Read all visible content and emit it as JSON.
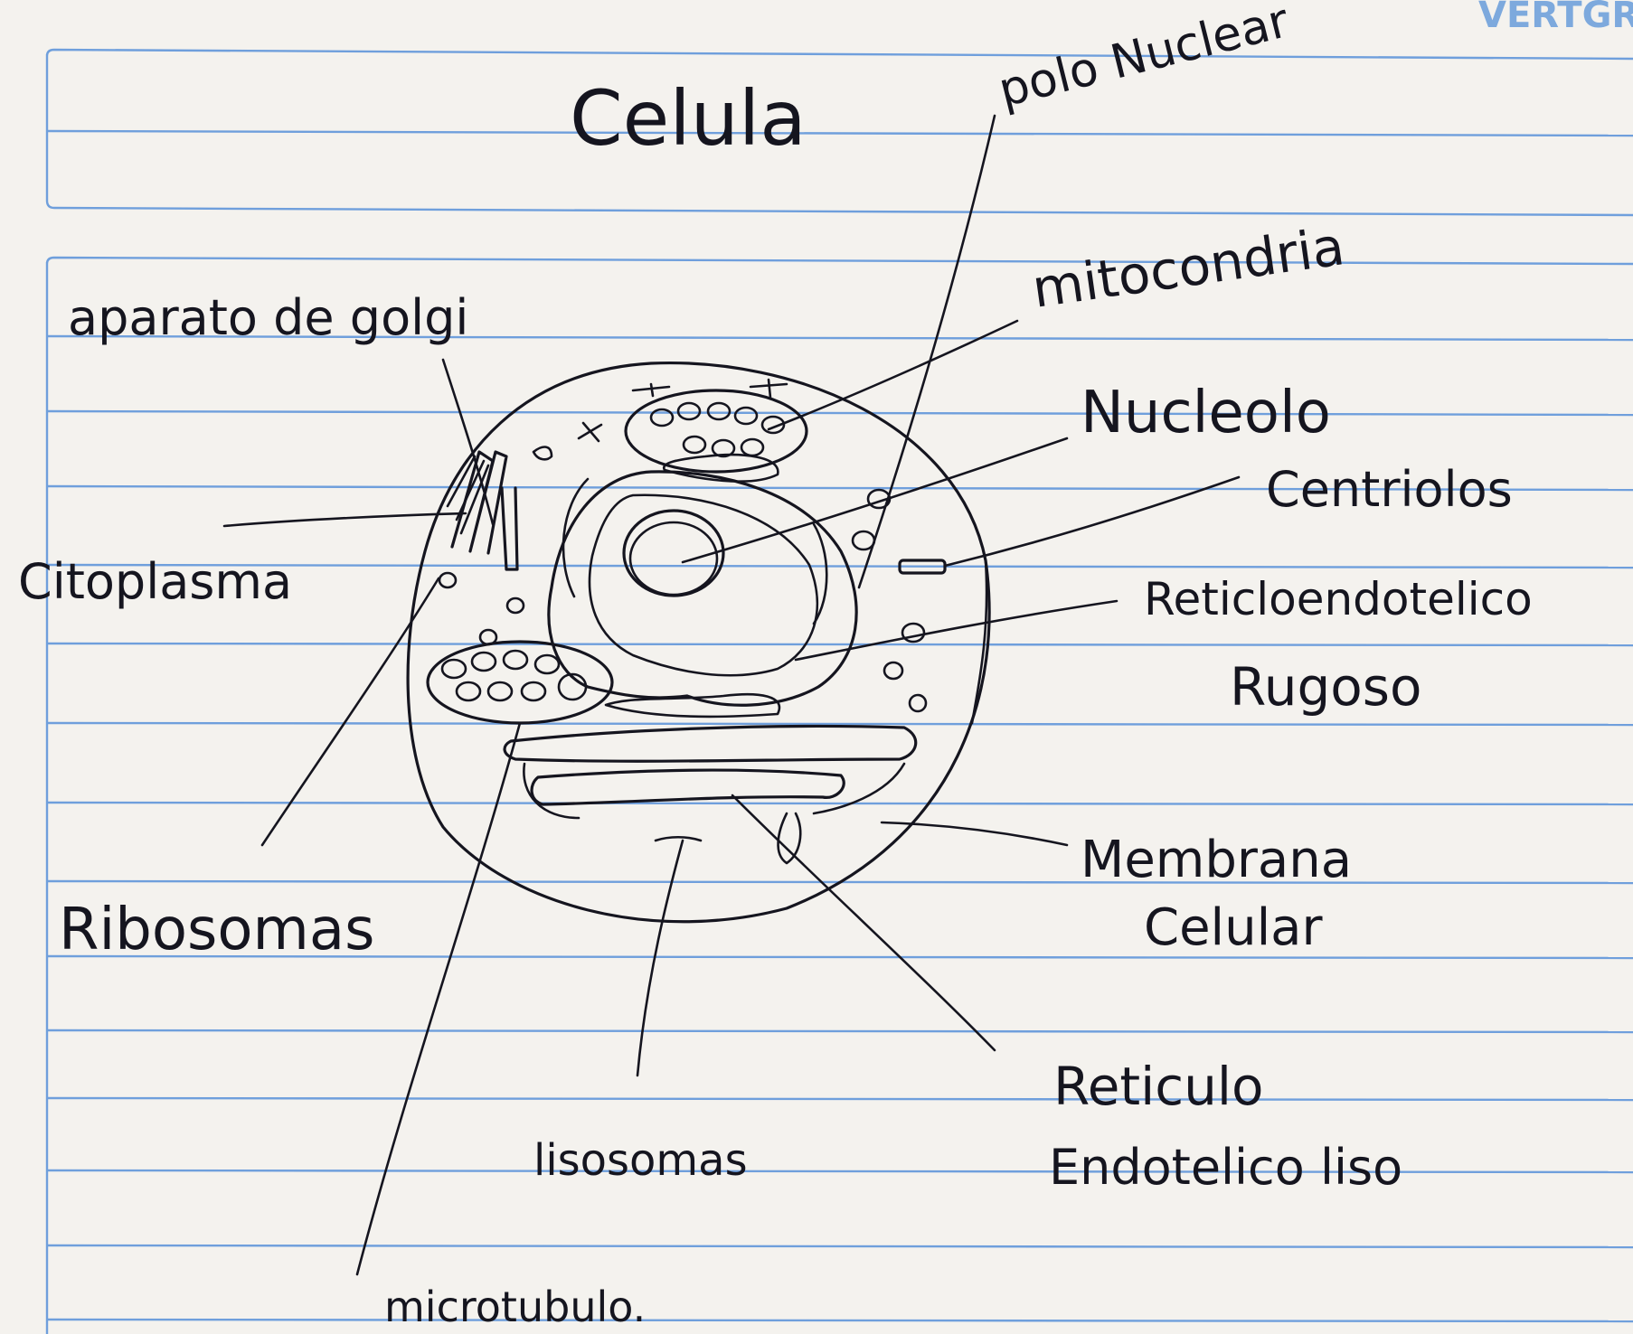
{
  "brand": "VERTGR",
  "title": "Celula",
  "labels": {
    "polo_nuclear": "polo Nuclear",
    "mitocondria": "mitocondria",
    "aparato_golgi": "aparato de golgi",
    "nucleolo": "Nucleolo",
    "centriolos": "Centriolos",
    "citoplasma": "Citoplasma",
    "reticulo_rugoso_1": "Reticloendotelico",
    "reticulo_rugoso_2": "Rugoso",
    "ribosomas": "Ribosomas",
    "membrana_1": "Membrana",
    "membrana_2": "Celular",
    "lisosomas": "lisosomas",
    "reticulo_liso_1": "Reticulo",
    "reticulo_liso_2": "Endotelico liso",
    "microtubulo": "microtubulo."
  },
  "colors": {
    "paper": "#f4f2ee",
    "ruling": "#6f9fdc",
    "ink": "#15151f"
  }
}
